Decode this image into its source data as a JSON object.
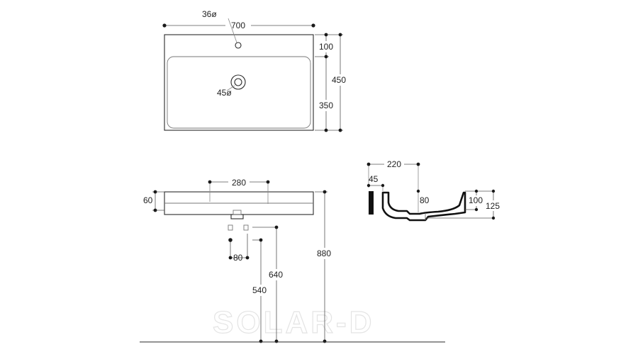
{
  "top_view": {
    "width": "700",
    "depth": "450",
    "rim_depth": "100",
    "bowl_depth": "350",
    "tap_hole": "36ø",
    "drain_hole": "45ø"
  },
  "front_view": {
    "drain_width": "280",
    "thickness": "60",
    "waste_spacing": "80",
    "waste_height_upper": "640",
    "waste_height_lower": "540",
    "install_height": "880"
  },
  "section_view": {
    "depth": "220",
    "wall": "45",
    "floor_depth": "80",
    "inner_height": "100",
    "total_height": "125"
  },
  "watermark": "SOLAR-D"
}
